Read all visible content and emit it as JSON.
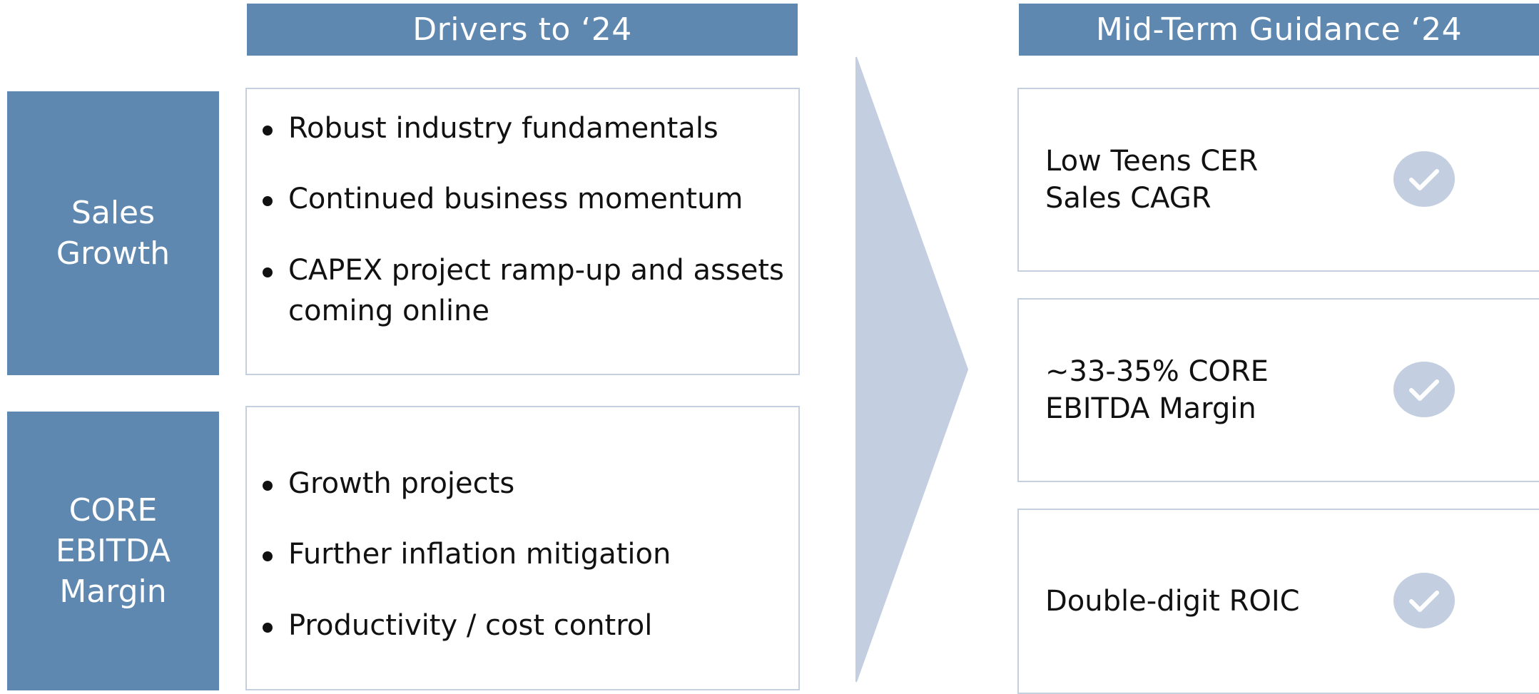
{
  "drivers_header": "Drivers to ‘24",
  "guidance_header": "Mid-Term Guidance ‘24",
  "rows": [
    {
      "label": "Sales\nGrowth",
      "drivers": [
        "Robust industry fundamentals",
        "Continued business momentum",
        "CAPEX project ramp-up and assets coming online"
      ]
    },
    {
      "label": "CORE\nEBITDA\nMargin",
      "drivers": [
        "Growth projects",
        "Further inflation mitigation",
        "Productivity / cost control"
      ]
    }
  ],
  "guidance": [
    {
      "text": "Low Teens CER\nSales CAGR",
      "icon": "checkmark-icon"
    },
    {
      "text": "~33-35% CORE\nEBITDA Margin",
      "icon": "checkmark-icon"
    },
    {
      "text": "Double-digit ROIC",
      "icon": "checkmark-icon"
    }
  ],
  "colors": {
    "header_blue": "#5f88b0",
    "border_light_blue": "#c4d0e0",
    "arrow_fill": "#c3cfe0",
    "check_circle": "#c3cfe0"
  }
}
